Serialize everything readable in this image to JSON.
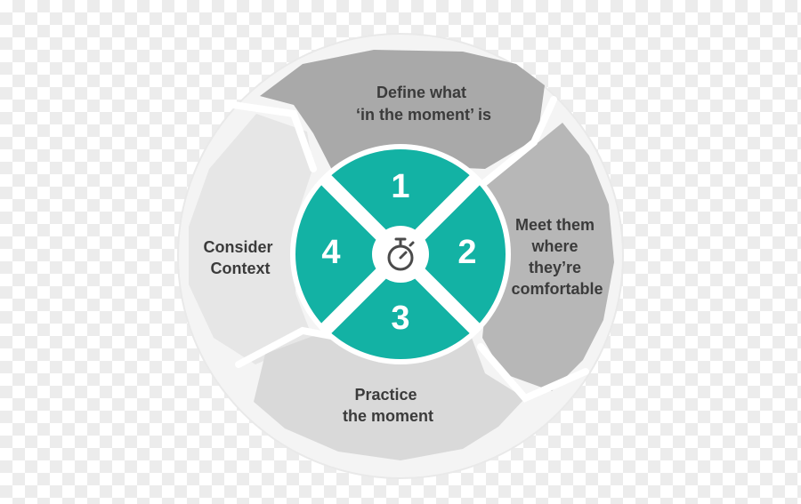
{
  "colors": {
    "outer_ring": "#f4f4f4",
    "segment_1": "#a9a9a9",
    "segment_2": "#b7b7b7",
    "segment_3": "#d9d9d9",
    "segment_4": "#e6e6e6",
    "center_teal": "#13b2a4",
    "divider": "#ffffff",
    "text_dark": "#3b3b3b"
  },
  "segments": [
    {
      "number": "1",
      "lines": [
        "Define what",
        "‘in the moment’ is"
      ]
    },
    {
      "number": "2",
      "lines": [
        "Meet them",
        "where",
        "they’re",
        "comfortable"
      ]
    },
    {
      "number": "3",
      "lines": [
        "Practice",
        "the moment"
      ]
    },
    {
      "number": "4",
      "lines": [
        "Consider",
        "Context"
      ]
    }
  ],
  "center_icon": "stopwatch-icon"
}
